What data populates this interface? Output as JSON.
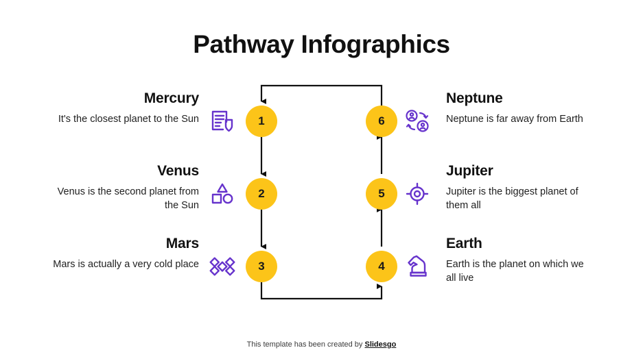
{
  "title": "Pathway Infographics",
  "colors": {
    "node_fill": "#FCC419",
    "icon_purple": "#6633CC",
    "path_stroke": "#111111",
    "background": "#FFFFFF",
    "text": "#1A1A1A"
  },
  "nodes": {
    "left": [
      "1",
      "2",
      "3"
    ],
    "right": [
      "6",
      "5",
      "4"
    ]
  },
  "items": {
    "mercury": {
      "number": "1",
      "title": "Mercury",
      "description": "It's the closest planet to the Sun",
      "icon": "document-shield-icon"
    },
    "venus": {
      "number": "2",
      "title": "Venus",
      "description": "Venus is the second planet from the Sun",
      "icon": "shapes-icon"
    },
    "mars": {
      "number": "3",
      "title": "Mars",
      "description": "Mars is actually a very cold place",
      "icon": "satellite-icon"
    },
    "earth": {
      "number": "4",
      "title": "Earth",
      "description": "Earth is the planet on which we all live",
      "icon": "chess-knight-icon"
    },
    "jupiter": {
      "number": "5",
      "title": "Jupiter",
      "description": "Jupiter is the biggest planet of them all",
      "icon": "target-crosshair-icon"
    },
    "neptune": {
      "number": "6",
      "title": "Neptune",
      "description": "Neptune is far away from Earth",
      "icon": "user-exchange-icon"
    }
  },
  "flow": {
    "order": [
      "1",
      "2",
      "3",
      "4",
      "5",
      "6"
    ],
    "left_column_direction": "down",
    "right_column_direction": "up",
    "bottom_connector": "3 to 4",
    "top_connector": "6 to 1"
  },
  "footer": {
    "text": "This template has been created by ",
    "brand": "Slidesgo"
  }
}
